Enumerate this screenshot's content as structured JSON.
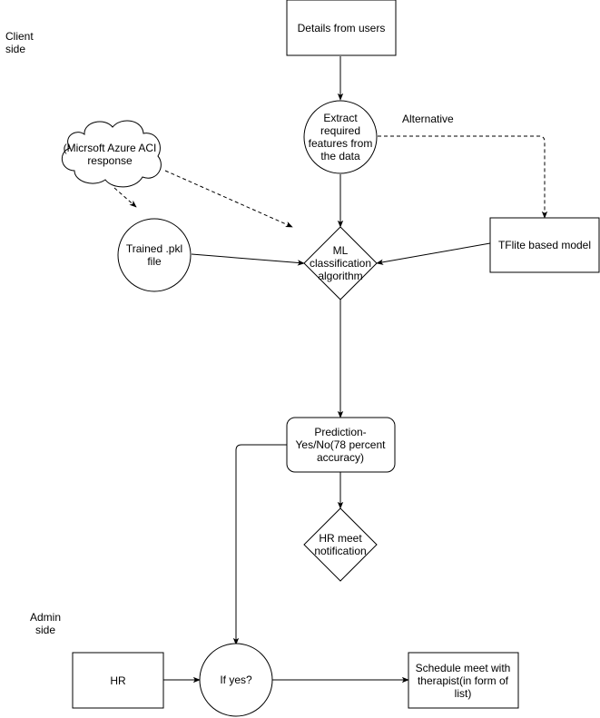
{
  "side_labels": {
    "client": [
      "Client",
      "side"
    ],
    "admin": [
      "Admin",
      "side"
    ]
  },
  "nodes": {
    "details_from_users": [
      "Details from users"
    ],
    "extract_features": [
      "Extract",
      "required",
      "features from",
      "the data"
    ],
    "azure_cloud": [
      "(Micrsoft Azure ACI",
      "response"
    ],
    "trained_pkl": [
      "Trained .pkl",
      "file"
    ],
    "ml_classification": [
      "ML",
      "classification",
      "algorithm"
    ],
    "tflite_model": [
      "TFlite based model"
    ],
    "prediction": [
      "Prediction-",
      "Yes/No(78 percent",
      "accuracy)"
    ],
    "hr_meet_notification": [
      "HR meet",
      "notification"
    ],
    "hr": [
      "HR"
    ],
    "if_yes": [
      "If yes?"
    ],
    "schedule_meet": [
      "Schedule meet with",
      "therapist(in form of",
      "list)"
    ]
  },
  "edge_labels": {
    "alternative": "Alternative"
  },
  "colors": {
    "stroke": "#000000",
    "fill": "#ffffff",
    "text": "#000000"
  }
}
